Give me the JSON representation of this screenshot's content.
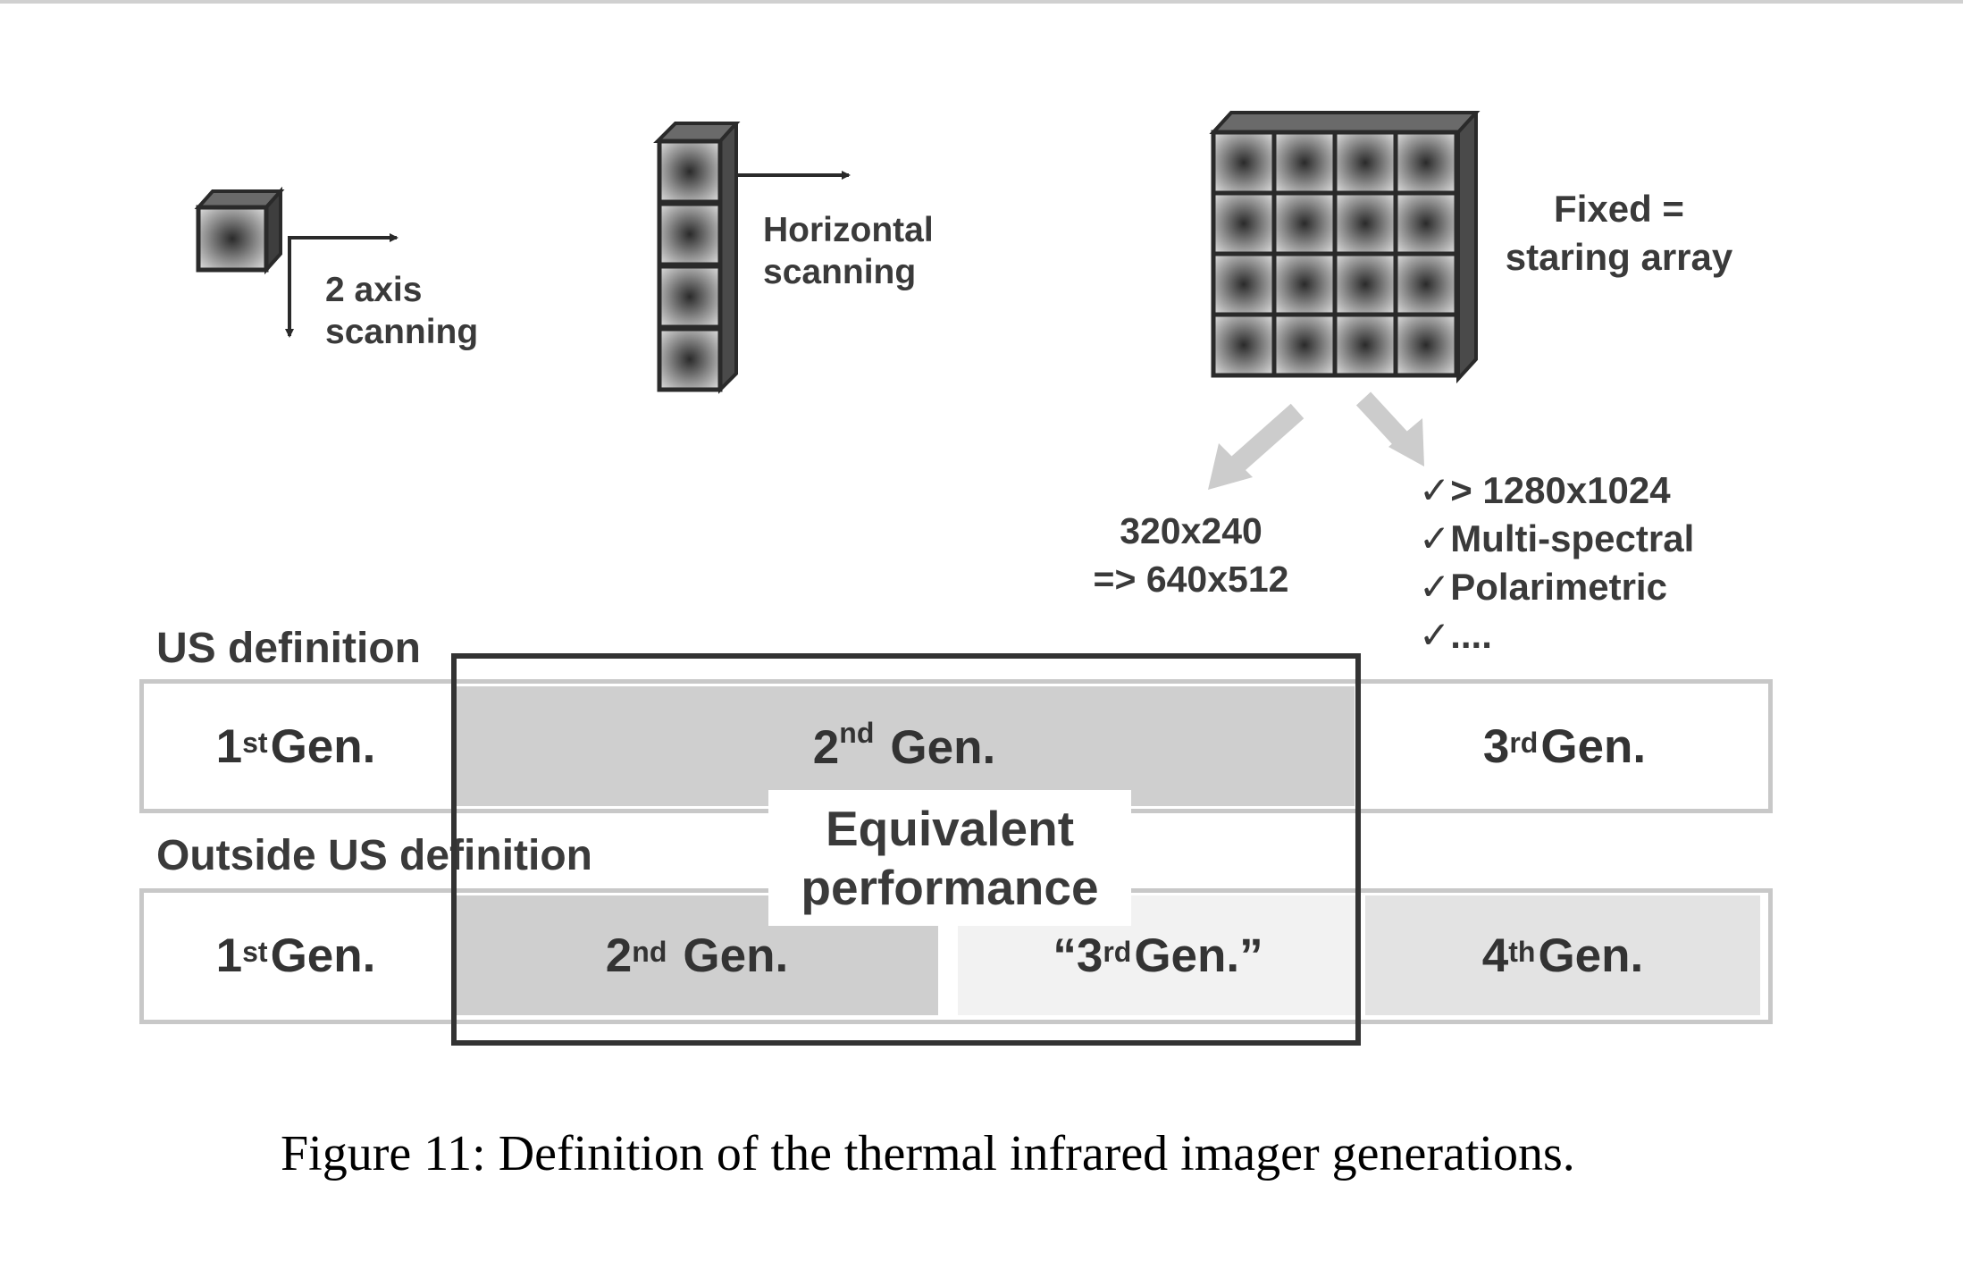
{
  "top_icons": {
    "single_detector": {
      "label_lines": [
        "2 axis",
        "scanning"
      ]
    },
    "linear_array": {
      "label_lines": [
        "Horizontal",
        "scanning"
      ]
    },
    "staring_array": {
      "label_lines": [
        "Fixed =",
        "staring array"
      ]
    }
  },
  "resolution_left": {
    "lines": [
      "320x240",
      "=> 640x512"
    ]
  },
  "resolution_right": {
    "lines": [
      "✓> 1280x1024",
      "✓Multi-spectral",
      "✓Polarimetric",
      "✓...."
    ]
  },
  "us_definition": {
    "title": "US definition",
    "cells": [
      {
        "num": "1",
        "sup": "st",
        "label": "Gen."
      },
      {
        "num": "2",
        "sup": "nd",
        "label": "Gen."
      },
      {
        "num": "3",
        "sup": "rd",
        "label": "Gen."
      }
    ]
  },
  "outside_definition": {
    "title": "Outside US definition",
    "cells": [
      {
        "num": "1",
        "sup": "st",
        "label": "Gen."
      },
      {
        "num": "2",
        "sup": "nd",
        "label": "Gen."
      },
      {
        "num": "“3",
        "sup": "rd",
        "label": "Gen.”"
      },
      {
        "num": "4",
        "sup": "th",
        "label": "Gen."
      }
    ]
  },
  "equivalent_label": [
    "Equivalent",
    "performance"
  ],
  "caption": "Figure 11: Definition of the thermal infrared imager generations.",
  "colors": {
    "dark_fill": "#cfcfcf",
    "light_fill": "#e3e3e3",
    "border": "#c8c8c8",
    "frame": "#333333"
  }
}
